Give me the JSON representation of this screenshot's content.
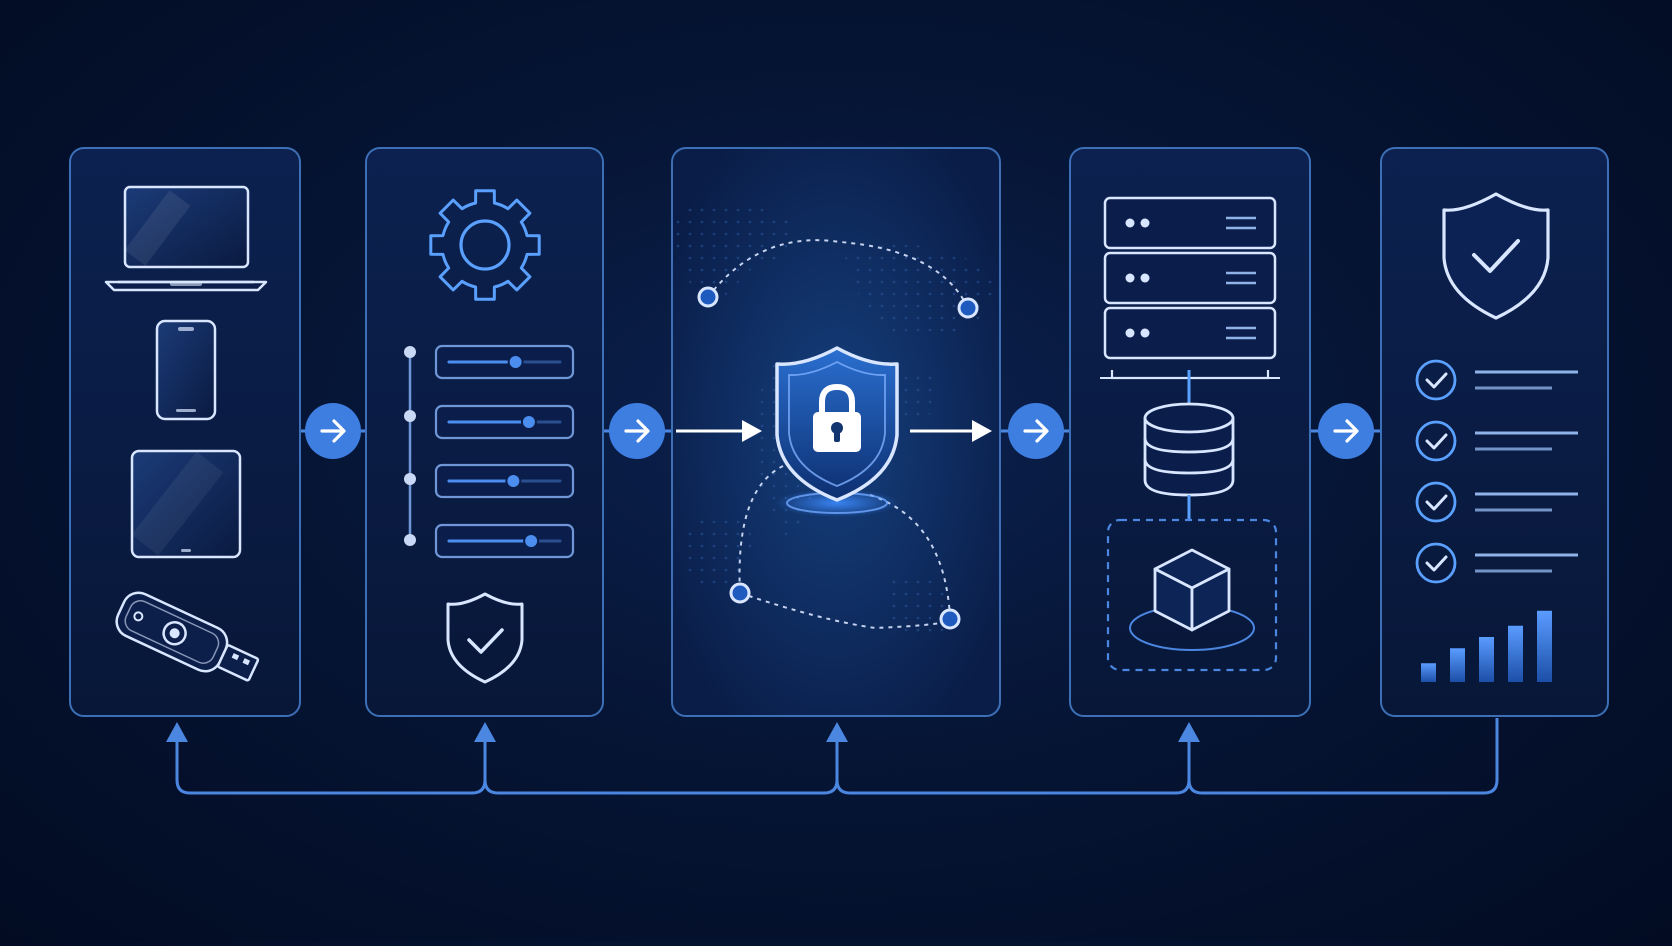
{
  "diagram": {
    "stages": [
      {
        "id": "devices",
        "icons": [
          "laptop-icon",
          "smartphone-icon",
          "tablet-icon",
          "usb-security-key-icon"
        ]
      },
      {
        "id": "configuration",
        "icons": [
          "gear-icon",
          "slider-icon",
          "slider-icon",
          "slider-icon",
          "slider-icon",
          "shield-check-icon"
        ],
        "slider_levels": [
          0.6,
          0.72,
          0.58,
          0.74
        ]
      },
      {
        "id": "secure-network",
        "icons": [
          "world-map-icon",
          "shield-lock-icon",
          "network-node-icon"
        ]
      },
      {
        "id": "infrastructure",
        "icons": [
          "server-rack-icon",
          "database-icon",
          "cube-icon"
        ]
      },
      {
        "id": "verification",
        "icons": [
          "shield-check-icon",
          "checklist-icon",
          "bar-chart-icon"
        ],
        "checklist_count": 4,
        "bar_levels": [
          0.25,
          0.45,
          0.6,
          0.75,
          0.95
        ]
      }
    ],
    "connectors": [
      "arrow-right-icon",
      "arrow-right-icon",
      "arrow-right-icon",
      "arrow-right-icon"
    ],
    "feedback_loop": {
      "from": "verification",
      "to": [
        "devices",
        "configuration",
        "secure-network",
        "infrastructure"
      ]
    },
    "colors": {
      "background": "#041030",
      "panel_fill": "#0a1d48",
      "panel_border": "#3c6fb5",
      "accent": "#3e82e6",
      "icon_stroke": "#d9e6ff",
      "connector": "#4b86e0"
    }
  }
}
